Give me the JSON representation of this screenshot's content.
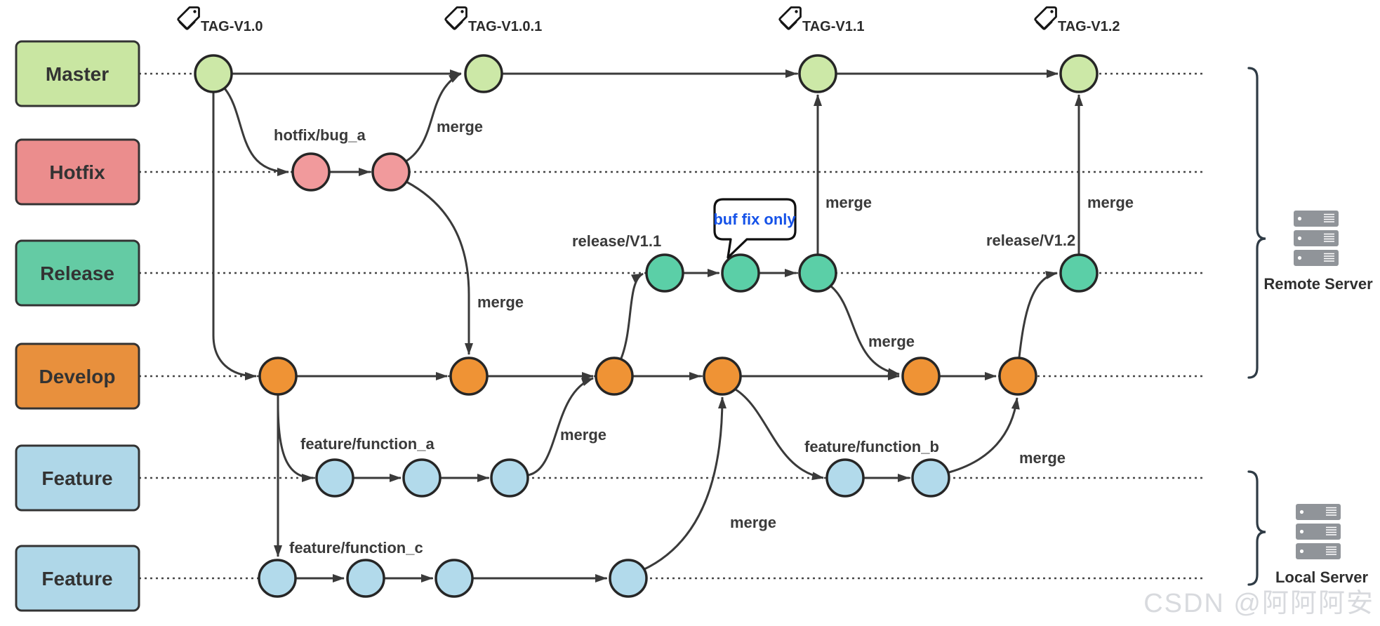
{
  "tags": [
    "TAG-V1.0",
    "TAG-V1.0.1",
    "TAG-V1.1",
    "TAG-V1.2"
  ],
  "branches": [
    {
      "label": "Master",
      "box_color": "#c9e6a2",
      "commit_color": "#cce8a7"
    },
    {
      "label": "Hotfix",
      "box_color": "#eb8d8d",
      "commit_color": "#f19a9c"
    },
    {
      "label": "Release",
      "box_color": "#64cba4",
      "commit_color": "#5bcfa7"
    },
    {
      "label": "Develop",
      "box_color": "#e8903d",
      "commit_color": "#ef9335"
    },
    {
      "label": "Feature",
      "box_color": "#afd7e8",
      "commit_color": "#b2daeb"
    },
    {
      "label": "Feature",
      "box_color": "#afd7e8",
      "commit_color": "#b2daeb"
    }
  ],
  "labels": {
    "hotfix_branch": "hotfix/bug_a",
    "release_v11": "release/V1.1",
    "release_v12": "release/V1.2",
    "feature_a": "feature/function_a",
    "feature_b": "feature/function_b",
    "feature_c": "feature/function_c",
    "merge": "merge",
    "bubble": "buf fix only",
    "remote_server": "Remote Server",
    "local_server": "Local Server",
    "watermark": "CSDN @阿阿阿安"
  },
  "colors": {
    "edge": "#3a3a3a",
    "dotted_line": "#474747",
    "node_border": "#262626",
    "bubble_text": "#1552e8",
    "bubble_border": "#101010",
    "server_icon": "#909499",
    "brace": "#2f3b45",
    "watermark": "#d8dade"
  },
  "graph": {
    "commit_counts": {
      "master": 4,
      "hotfix": 2,
      "release": 4,
      "develop": 6,
      "feature_function_a": 3,
      "feature_function_b": 2,
      "feature_function_c": 4
    },
    "merge_edges": [
      "Master -> hotfix/bug_a",
      "hotfix/bug_a -> Master (TAG-V1.0.1)",
      "hotfix/bug_a -> Develop",
      "Master -> Develop",
      "Develop -> feature/function_a",
      "Develop -> feature/function_c",
      "feature/function_a -> Develop",
      "Develop -> release/V1.1",
      "release/V1.1 -> Master (TAG-V1.1)",
      "release/V1.1 -> Develop",
      "feature/function_c -> Develop",
      "Develop -> feature/function_b",
      "feature/function_b -> Develop",
      "Develop -> release/V1.2",
      "release/V1.2 -> Master (TAG-V1.2)"
    ],
    "server_groups": [
      {
        "label": "Remote Server",
        "rows": [
          "Master",
          "Hotfix",
          "Release",
          "Develop"
        ]
      },
      {
        "label": "Local Server",
        "rows": [
          "Feature",
          "Feature"
        ]
      }
    ]
  }
}
